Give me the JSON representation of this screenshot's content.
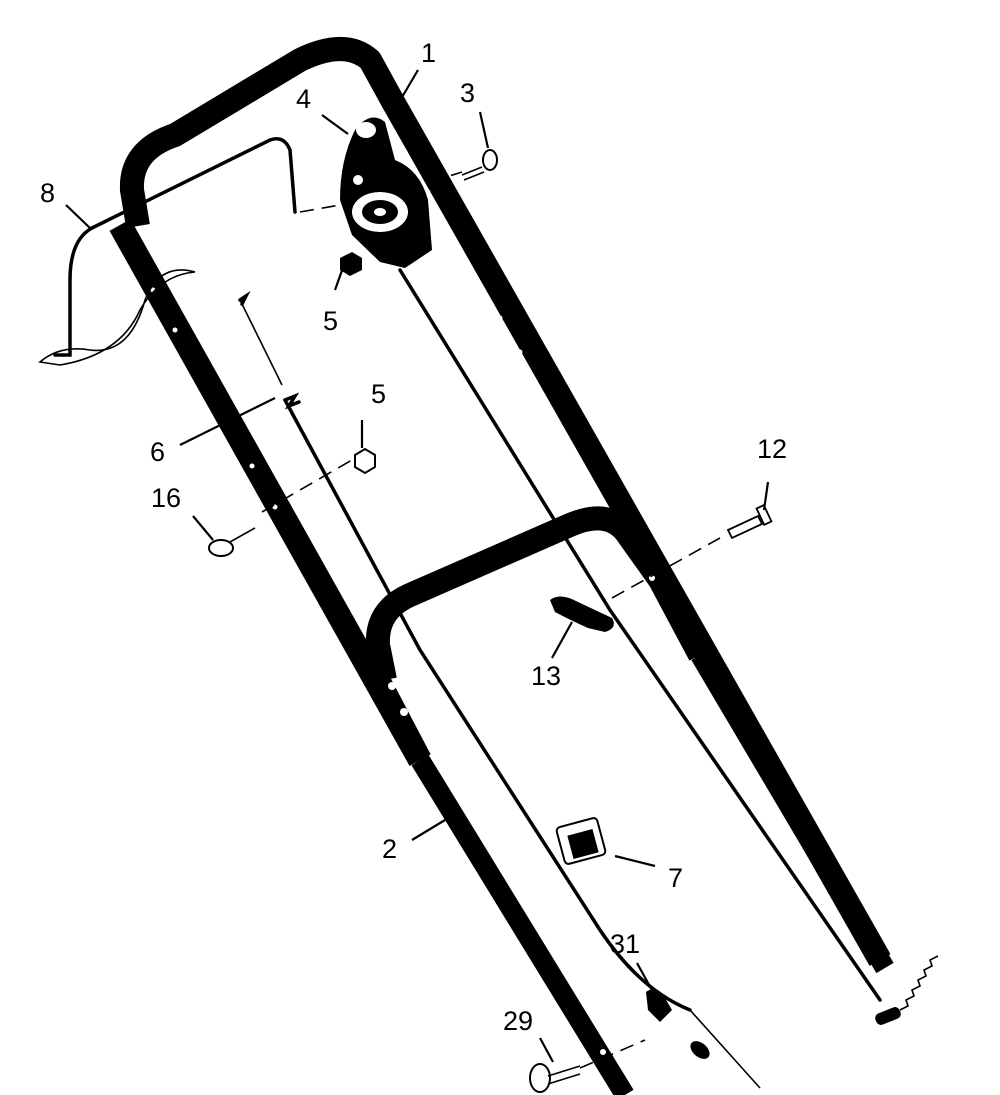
{
  "diagram": {
    "callouts": [
      {
        "id": "1",
        "text": "1"
      },
      {
        "id": "2",
        "text": "2"
      },
      {
        "id": "3",
        "text": "3"
      },
      {
        "id": "4",
        "text": "4"
      },
      {
        "id": "5a",
        "text": "5"
      },
      {
        "id": "5b",
        "text": "5"
      },
      {
        "id": "6",
        "text": "6"
      },
      {
        "id": "7",
        "text": "7"
      },
      {
        "id": "8",
        "text": "8"
      },
      {
        "id": "12",
        "text": "12"
      },
      {
        "id": "13",
        "text": "13"
      },
      {
        "id": "16",
        "text": "16"
      },
      {
        "id": "29",
        "text": "29"
      },
      {
        "id": "31",
        "text": "31"
      }
    ]
  }
}
